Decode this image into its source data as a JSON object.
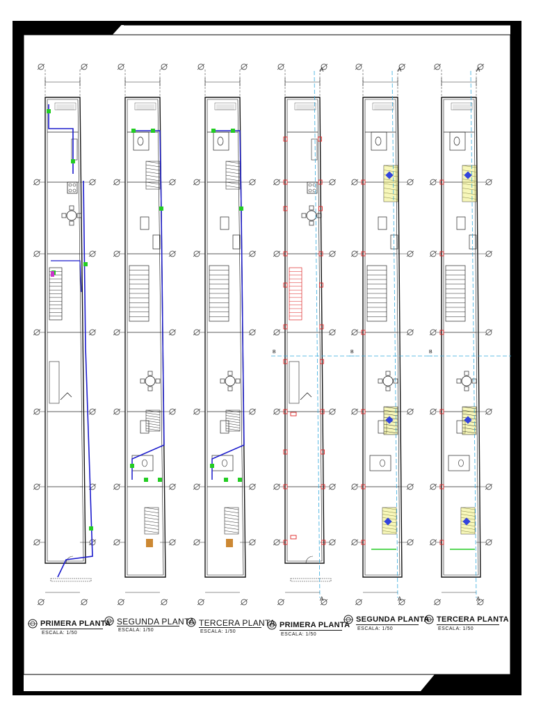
{
  "sheet": {
    "border_color": "#000000",
    "line_color": "#222222",
    "pipe_color": "#1a1acc",
    "green_color": "#22cc22",
    "red_color": "#dd2222",
    "axis_color": "#33aadd",
    "yellow_color": "#eeee66"
  },
  "plans": [
    {
      "title": "PRIMERA PLANTA",
      "scale": "ESCALA: 1/50",
      "variant": "plumbing-first"
    },
    {
      "title": "SEGUNDA PLANTA",
      "scale": "ESCALA: 1/50",
      "variant": "plumbing-upper"
    },
    {
      "title": "TERCERA PLANTA",
      "scale": "ESCALA: 1/50",
      "variant": "plumbing-upper"
    },
    {
      "title": "PRIMERA PLANTA",
      "scale": "ESCALA: 1/50",
      "variant": "electric-first"
    },
    {
      "title": "SEGUNDA PLANTA",
      "scale": "ESCALA: 1/50",
      "variant": "electric-upper"
    },
    {
      "title": "TERCERA PLANTA",
      "scale": "ESCALA: 1/50",
      "variant": "electric-upper"
    }
  ],
  "markers": {
    "section_a": "A",
    "section_b": "B"
  }
}
